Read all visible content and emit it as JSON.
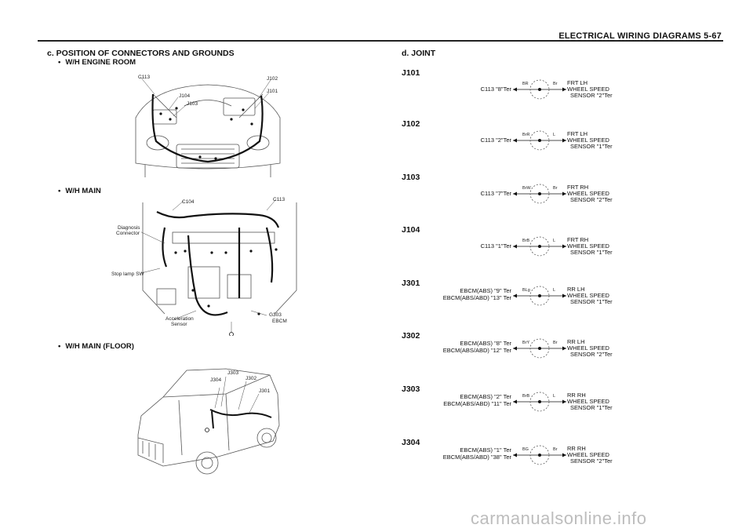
{
  "header": {
    "title": "ELECTRICAL WIRING DIAGRAMS  5-67"
  },
  "left": {
    "section_title": "c. POSITION OF CONNECTORS AND GROUNDS",
    "items": [
      {
        "label": "W/H ENGINE ROOM",
        "callouts": [
          "C113",
          "J102",
          "J101",
          "J104",
          "J103"
        ]
      },
      {
        "label": "W/H MAIN",
        "callouts": [
          "C104",
          "C113",
          "Diagnosis",
          "Connector",
          "Stop lamp SW",
          "Acceleration",
          "Sensor",
          "G303",
          "EBCM"
        ]
      },
      {
        "label": "W/H MAIN (FLOOR)",
        "callouts": [
          "J303",
          "J302",
          "J304",
          "J301"
        ]
      }
    ]
  },
  "right": {
    "section_title": "d. JOINT",
    "joints": [
      {
        "id": "J101",
        "left": [
          "C113 \"8\"Ter"
        ],
        "wire_left": "BR",
        "wire_right": "Br",
        "right": [
          "FRT LH",
          "WHEEL SPEED",
          "SENSOR \"2\"Ter"
        ]
      },
      {
        "id": "J102",
        "left": [
          "C113 \"2\"Ter"
        ],
        "wire_left": "BrR",
        "wire_right": "L",
        "right": [
          "FRT LH",
          "WHEEL SPEED",
          "SENSOR \"1\"Ter"
        ]
      },
      {
        "id": "J103",
        "left": [
          "C113 \"7\"Ter"
        ],
        "wire_left": "BrW",
        "wire_right": "Br",
        "right": [
          "FRT RH",
          "WHEEL SPEED",
          "SENSOR \"2\"Ter"
        ]
      },
      {
        "id": "J104",
        "left": [
          "C113 \"1\"Ter"
        ],
        "wire_left": "BrB",
        "wire_right": "L",
        "right": [
          "FRT RH",
          "WHEEL SPEED",
          "SENSOR \"1\"Ter"
        ]
      },
      {
        "id": "J301",
        "left": [
          "EBCM(ABS) \"9\" Ter",
          "EBCM(ABS/ABD) \"13\" Ter"
        ],
        "wire_left": "BLg",
        "wire_right": "L",
        "right": [
          "RR LH",
          "WHEEL SPEED",
          "SENSOR \"1\"Ter"
        ]
      },
      {
        "id": "J302",
        "left": [
          "EBCM(ABS) \"8\" Ter",
          "EBCM(ABS/ABD) \"12\" Ter"
        ],
        "wire_left": "BrY",
        "wire_right": "Br",
        "right": [
          "RR LH",
          "WHEEL SPEED",
          "SENSOR \"2\"Ter"
        ]
      },
      {
        "id": "J303",
        "left": [
          "EBCM(ABS) \"2\" Ter",
          "EBCM(ABS/ABD) \"11\" Ter"
        ],
        "wire_left": "BrB",
        "wire_right": "L",
        "right": [
          "RR RH",
          "WHEEL SPEED",
          "SENSOR \"1\"Ter"
        ]
      },
      {
        "id": "J304",
        "left": [
          "EBCM(ABS) \"1\" Ter",
          "EBCM(ABS/ABD) \"38\" Ter"
        ],
        "wire_left": "BG",
        "wire_right": "Br",
        "right": [
          "RR RH",
          "WHEEL SPEED",
          "SENSOR \"2\"Ter"
        ]
      }
    ]
  },
  "watermark": "carmanualsonline.info"
}
